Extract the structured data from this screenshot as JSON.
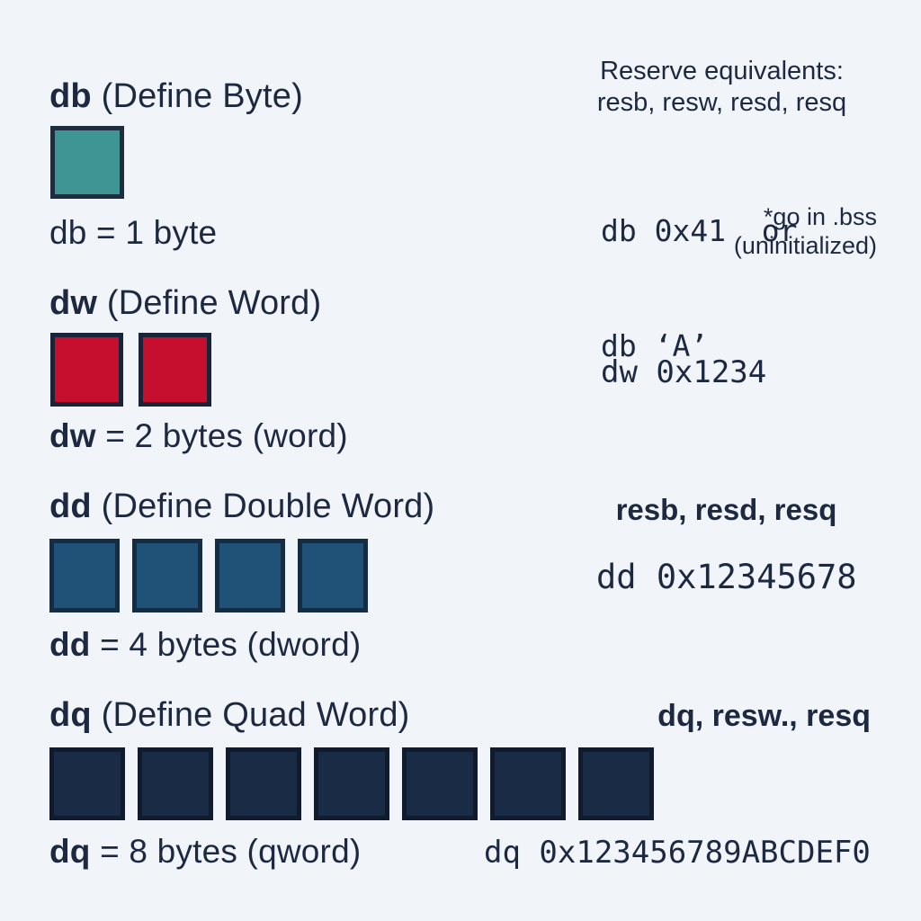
{
  "page": {
    "background": "#f1f5f9",
    "text_color": "#1d2940"
  },
  "sections": {
    "db": {
      "title_directive": "db",
      "title_rest": " (Define Byte)",
      "caption_directive": "db",
      "caption_rest": " = 1 byte",
      "squares": {
        "count": 1,
        "fill": "#3f9494",
        "border": "#1d2c3e",
        "name": "byte-square-db"
      }
    },
    "dw": {
      "title_directive": "dw",
      "title_rest": " (Define Word)",
      "caption_directive": "dw",
      "caption_rest": " = 2 bytes (word)",
      "squares": {
        "count": 2,
        "fill": "#c60f2f",
        "border": "#1a2438",
        "name": "byte-square-dw"
      }
    },
    "dd": {
      "title_directive": "dd",
      "title_rest": " (Define Double Word)",
      "caption_directive": "dd",
      "caption_rest": " = 4 bytes (dword)",
      "squares": {
        "count": 4,
        "fill": "#205278",
        "border": "#142c44",
        "name": "byte-square-dd"
      }
    },
    "dq": {
      "title_directive": "dq",
      "title_rest": " (Define Quad Word)",
      "caption_directive": "dq",
      "caption_rest": " = 8 bytes (qword)",
      "squares": {
        "count": 7,
        "fill": "#1a2b45",
        "border": "#101c2d",
        "name": "byte-square-dq"
      }
    }
  },
  "right": {
    "reserve_heading_line1": "Reserve equivalents:",
    "reserve_heading_line2": "resb, resw, resd, resq",
    "db_code_line1": "db 0x41  or",
    "db_code_line2": "db ‘A’",
    "bss_note_line1": "*go in .bss",
    "bss_note_line2": "(uninitialized)",
    "dw_code": "dw 0x1234",
    "dd_heading": "resb, resd, resq",
    "dd_code": "dd 0x12345678",
    "dq_heading": "dq, resw., resq",
    "dq_code": "dq 0x123456789ABCDEF0"
  }
}
